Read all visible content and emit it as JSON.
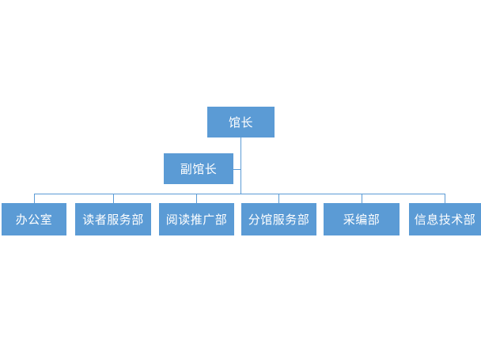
{
  "org_chart": {
    "type": "org-chart",
    "colors": {
      "node_fill": "#5b9bd5",
      "node_text": "#ffffff",
      "connector": "#5b9bd5",
      "background": "#ffffff"
    },
    "nodes": {
      "director": {
        "label": "馆长"
      },
      "deputy_director": {
        "label": "副馆长"
      },
      "departments": [
        {
          "label": "办公室"
        },
        {
          "label": "读者服务部"
        },
        {
          "label": "阅读推广部"
        },
        {
          "label": "分馆服务部"
        },
        {
          "label": "采编部"
        },
        {
          "label": "信息技术部"
        }
      ]
    }
  }
}
